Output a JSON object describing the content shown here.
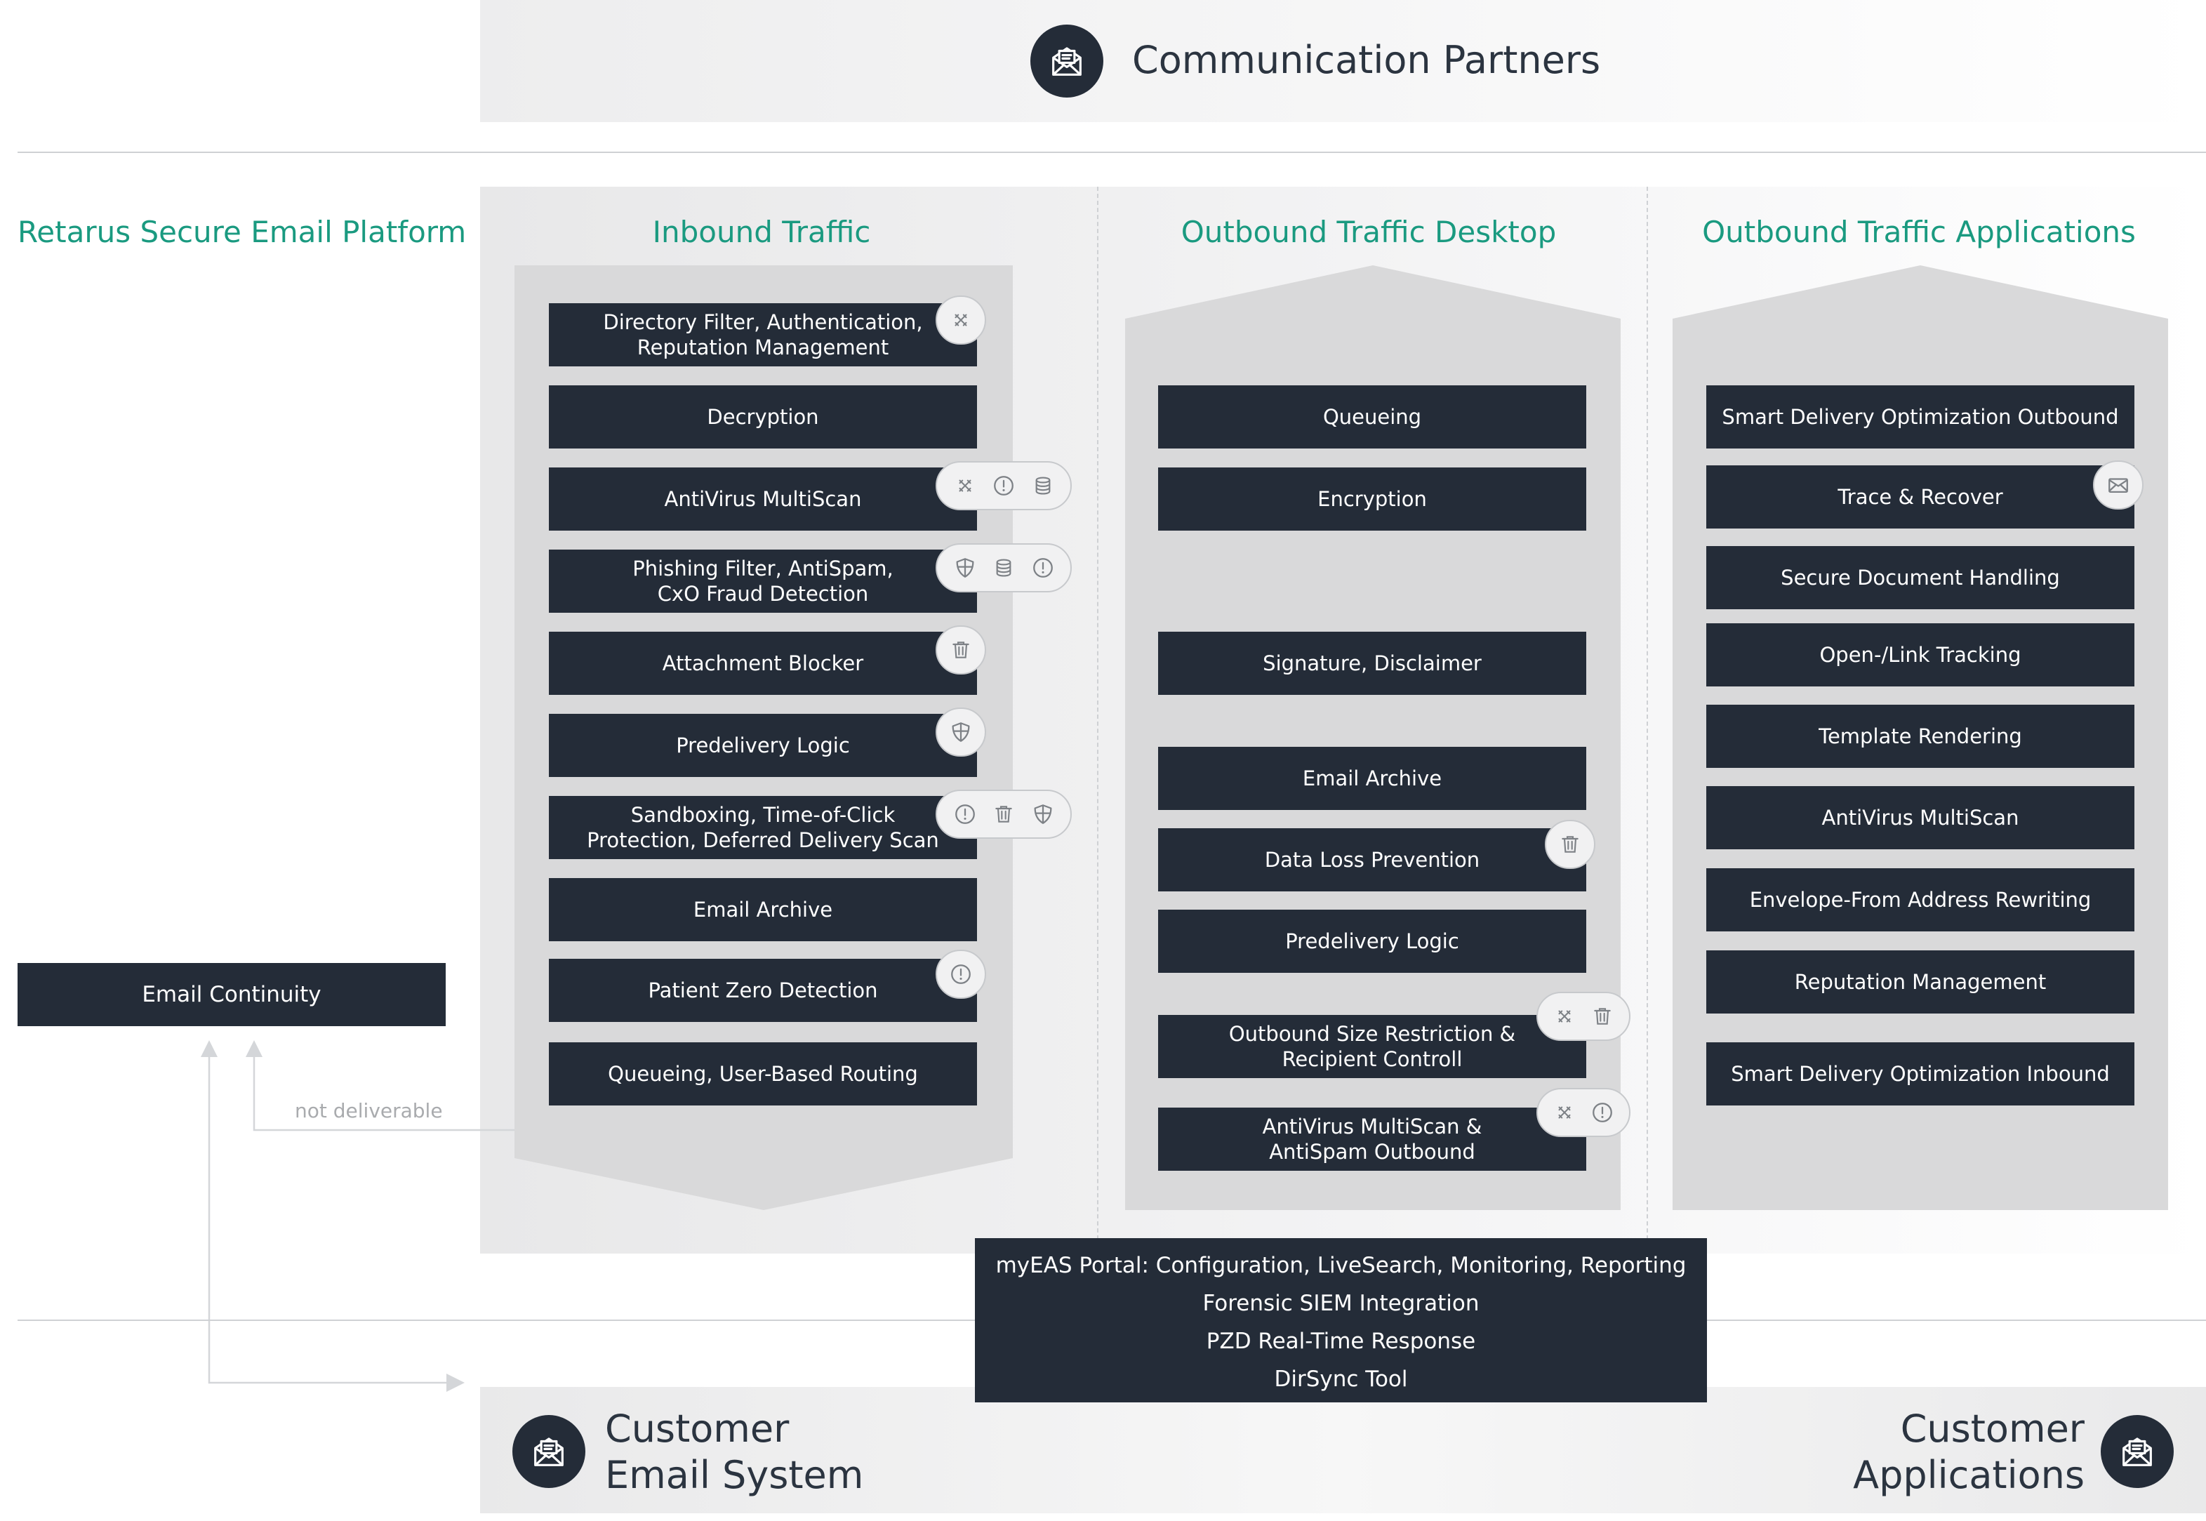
{
  "header": {
    "title": "Communication Partners",
    "icon": "envelope-icon"
  },
  "platform_label": "Retarus Secure Email Platform",
  "columns": {
    "inbound": {
      "title": "Inbound Traffic",
      "items": [
        "Directory Filter, Authentication,\nReputation Management",
        "Decryption",
        "AntiVirus MultiScan",
        "Phishing Filter, AntiSpam,\nCxO Fraud Detection",
        "Attachment Blocker",
        "Predelivery Logic",
        "Sandboxing, Time-of-Click\nProtection, Deferred Delivery Scan",
        "Email Archive",
        "Patient Zero Detection",
        "Queueing, User-Based Routing"
      ]
    },
    "outbound_desktop": {
      "title": "Outbound Traffic Desktop",
      "items": [
        "Queueing",
        "Encryption",
        "Signature, Disclaimer",
        "Email Archive",
        "Data Loss Prevention",
        "Predelivery Logic",
        "Outbound Size Restriction &\nRecipient Controll",
        "AntiVirus MultiScan &\nAntiSpam Outbound"
      ]
    },
    "outbound_apps": {
      "title": "Outbound Traffic Applications",
      "items": [
        "Smart Delivery Optimization Outbound",
        "Trace & Recover",
        "Secure Document Handling",
        "Open-/Link Tracking",
        "Template Rendering",
        "AntiVirus MultiScan",
        "Envelope-From Address Rewriting",
        "Reputation Management",
        "Smart Delivery Optimization Inbound"
      ]
    }
  },
  "email_continuity": "Email Continuity",
  "not_deliverable": "not deliverable",
  "portal": {
    "lines": [
      "myEAS Portal: Configuration, LiveSearch, Monitoring, Reporting",
      "Forensic SIEM Integration",
      "PZD Real-Time Response",
      "DirSync Tool"
    ]
  },
  "footer": {
    "left": [
      "Customer",
      "Email System"
    ],
    "right": [
      "Customer",
      "Applications"
    ]
  },
  "icons": [
    "x-icon",
    "alert-icon",
    "database-icon",
    "shield-icon",
    "trash-icon",
    "envelope-icon"
  ],
  "colors": {
    "accent": "#1a9a80",
    "box": "#242c38",
    "panel": "#d9d9da"
  }
}
